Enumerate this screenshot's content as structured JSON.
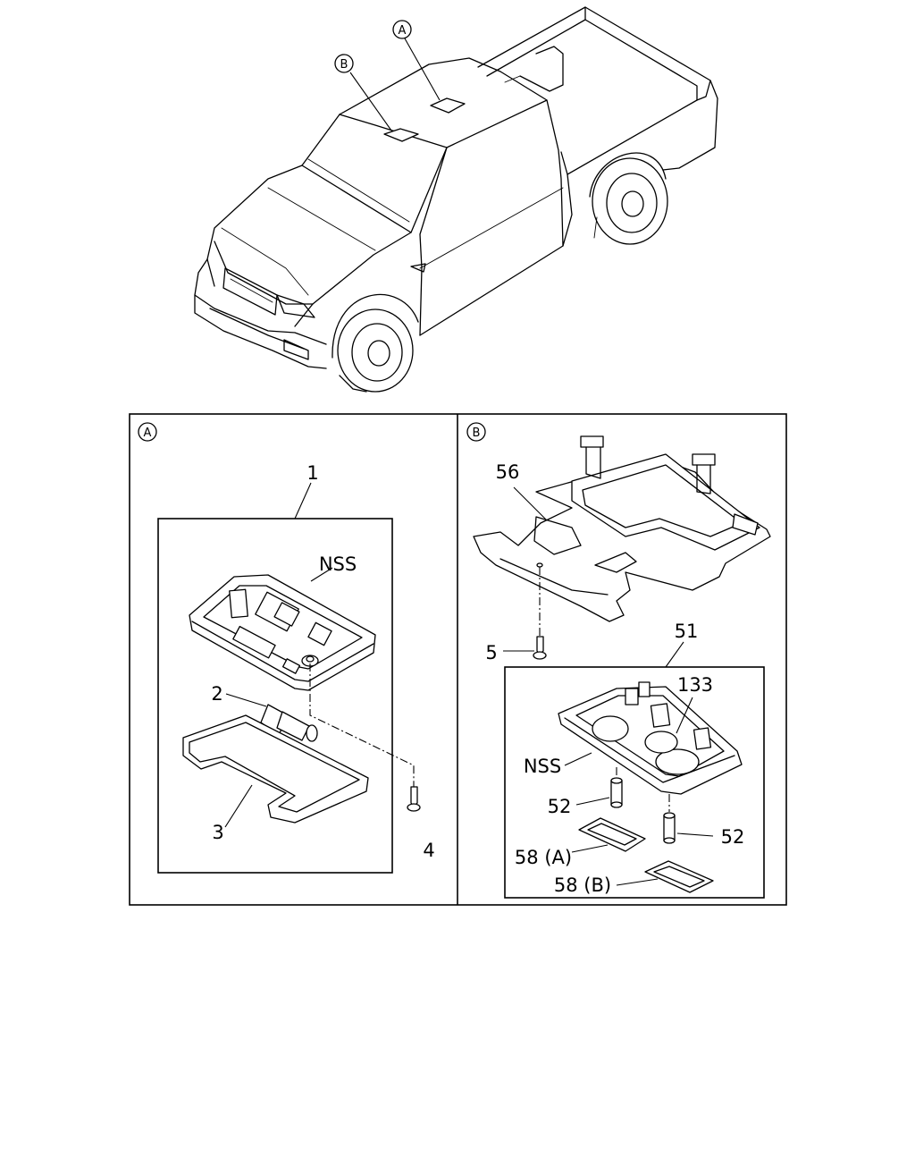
{
  "vehicle": {
    "callout_a": "A",
    "callout_b": "B"
  },
  "panel_a": {
    "badge": "A",
    "parts": {
      "p1": "1",
      "nss": "NSS",
      "p2": "2",
      "p3": "3",
      "p4": "4"
    }
  },
  "panel_b": {
    "badge": "B",
    "parts": {
      "p56": "56",
      "p5": "5",
      "p51": "51",
      "p133": "133",
      "nss": "NSS",
      "p52_left": "52",
      "p52_right": "52",
      "p58a": "58 (A)",
      "p58b": "58 (B)"
    }
  }
}
